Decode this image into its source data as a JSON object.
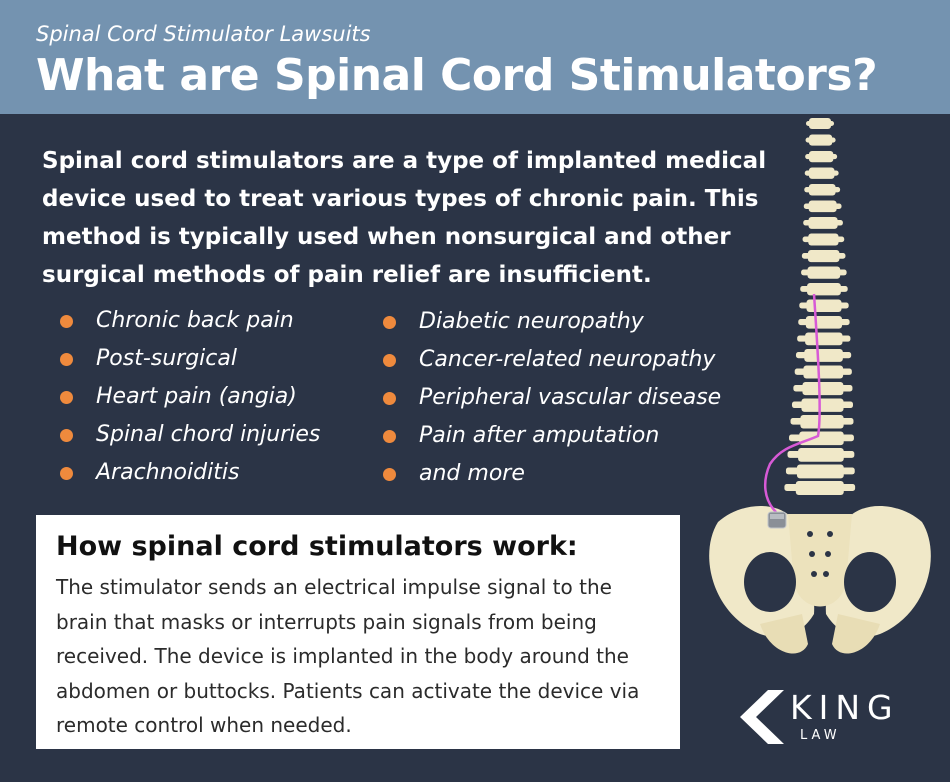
{
  "header": {
    "kicker": "Spinal Cord Stimulator Lawsuits",
    "title": "What are Spinal Cord Stimulators?"
  },
  "intro": "Spinal cord stimulators are a type of implanted medical device used to treat various types of chronic pain. This method is typically used when nonsurgical and other surgical methods of pain relief are insufficient.",
  "conditions_left": [
    "Chronic back pain",
    "Post-surgical",
    "Heart pain (angia)",
    "Spinal chord injuries",
    "Arachnoiditis"
  ],
  "conditions_right": [
    "Diabetic neuropathy",
    "Cancer-related neuropathy",
    "Peripheral vascular disease",
    "Pain after amputation",
    "and more"
  ],
  "how": {
    "title": "How spinal cord stimulators work:",
    "body": "The stimulator sends an electrical impulse signal to the brain that masks or interrupts pain signals from being received. The device is implanted in the body around the abdomen or buttocks. Patients can activate the device via remote control when needed."
  },
  "logo": {
    "word": "KING",
    "sub": "LAW"
  },
  "colors": {
    "header_bg": "#7493b0",
    "page_bg": "#2b3446",
    "bullet": "#ef8a3d",
    "bone": "#f0e8c8",
    "lead_wire": "#d75ad6"
  },
  "illustration": {
    "spine_icon": "spine-and-pelvis-illustration-icon",
    "device_icon": "stimulator-device-icon"
  }
}
